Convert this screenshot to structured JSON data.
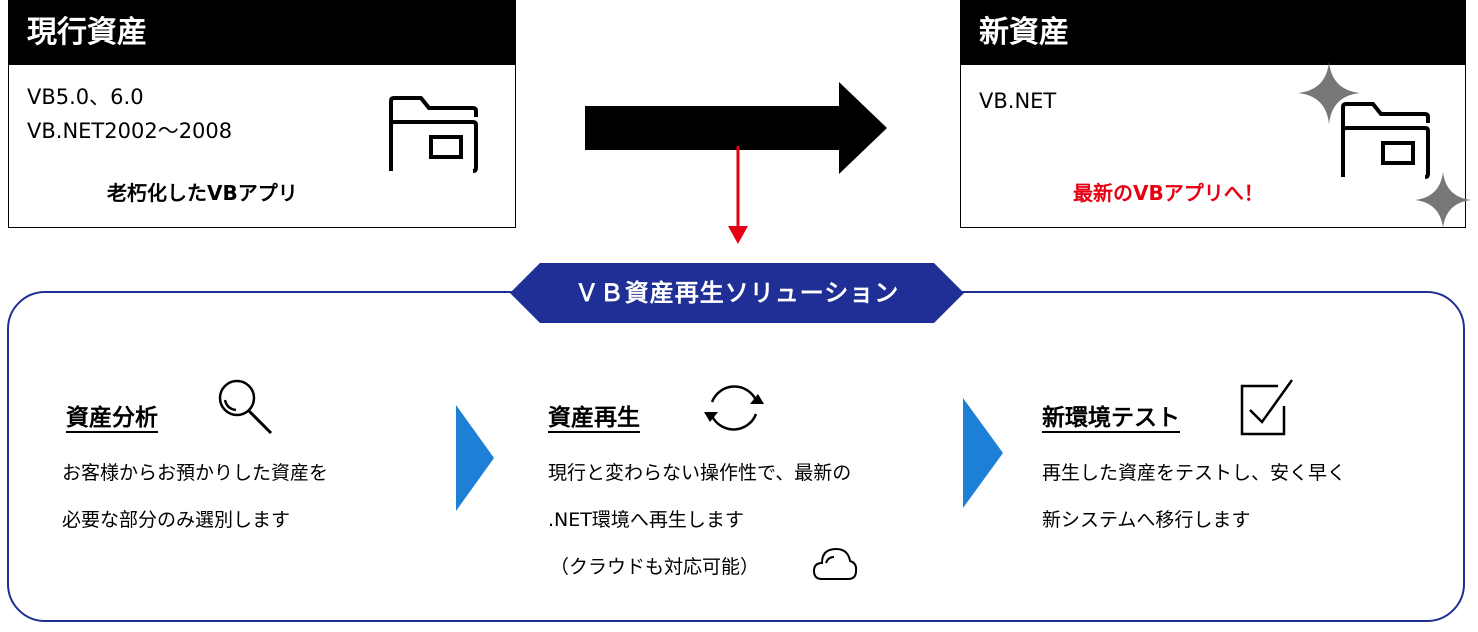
{
  "current_asset": {
    "title": "現行資産",
    "lines": [
      "VB5.0、6.0",
      "VB.NET2002〜2008"
    ],
    "caption": "老朽化したVBアプリ",
    "icon": "folder-icon"
  },
  "new_asset": {
    "title": "新資産",
    "lines": [
      "VB.NET"
    ],
    "caption": "最新のVBアプリへ！",
    "caption_color": "#e60012",
    "icons": [
      "folder-icon",
      "sparkle-icon"
    ]
  },
  "banner": {
    "label": "ＶＢ資産再生ソリューション",
    "color": "#1f2f96"
  },
  "steps": [
    {
      "title": "資産分析",
      "icon": "search-icon",
      "lines": [
        "お客様からお預かりした資産を",
        "必要な部分のみ選別します"
      ]
    },
    {
      "title": "資産再生",
      "icon": "refresh-icon",
      "lines": [
        "現行と変わらない操作性で、最新の",
        ".NET環境へ再生します",
        "（クラウドも対応可能）"
      ],
      "extra_icon": "cloud-icon"
    },
    {
      "title": "新環境テスト",
      "icon": "checkbox-icon",
      "lines": [
        "再生した資産をテストし、安く早く",
        "新システムへ移行します"
      ]
    }
  ],
  "colors": {
    "arrow_main": "#000000",
    "arrow_down": "#e60012",
    "step_chevron": "#1e7fd6",
    "panel_border": "#1f2f96"
  }
}
